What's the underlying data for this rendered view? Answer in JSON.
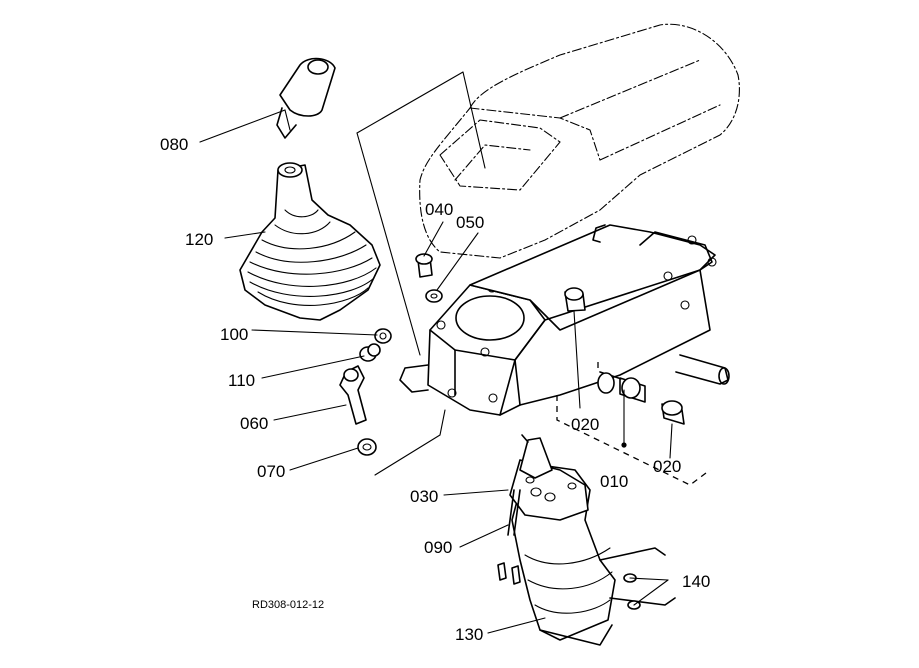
{
  "labels": {
    "080": "080",
    "120": "120",
    "100": "100",
    "110": "110",
    "060": "060",
    "070": "070",
    "040": "040",
    "050": "050",
    "020a": "020",
    "020b": "020",
    "010": "010",
    "030": "030",
    "090": "090",
    "140": "140",
    "130": "130"
  },
  "reference_code": "RD308-012-12"
}
